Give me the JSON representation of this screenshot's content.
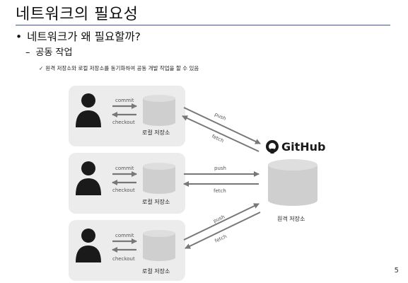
{
  "slide": {
    "title": "네트워크의 필요성",
    "bullet1": "네트워크가 왜 필요할까?",
    "bullet2": "공동 작업",
    "bullet3": "원격 저장소와 로컬 저장소를 동기화하여 공동 개발 작업을 할 수 있음",
    "page_number": "5"
  },
  "diagram": {
    "local_groups": [
      {
        "commit": "commit",
        "checkout": "checkout",
        "repo_label": "로컬 저장소"
      },
      {
        "commit": "commit",
        "checkout": "checkout",
        "repo_label": "로컬 저장소"
      },
      {
        "commit": "commit",
        "checkout": "checkout",
        "repo_label": "로컬 저장소"
      }
    ],
    "links": [
      {
        "push": "push",
        "fetch": "fetch"
      },
      {
        "push": "push",
        "fetch": "fetch"
      },
      {
        "push": "push",
        "fetch": "fetch"
      }
    ],
    "remote": {
      "brand": "GitHub",
      "label": "원격 저장소"
    }
  },
  "colors": {
    "title_rule": "#3a55a8",
    "panel": "#ececec",
    "arrow": "#777777",
    "cylinder": "#cfcfcf",
    "person": "#1a1a1a"
  }
}
